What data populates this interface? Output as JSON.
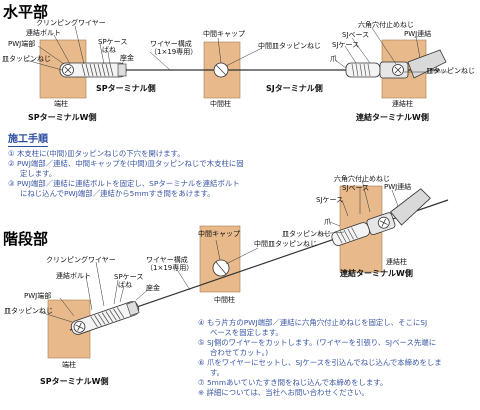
{
  "colors": {
    "post": "#e8b98a",
    "post_stroke": "#a87c50",
    "wire": "#333333",
    "accent_blue": "#2b4f9e",
    "spring": "#555555"
  },
  "horizontal": {
    "title": "水平部",
    "labels": {
      "crimp_wire": "クリンピングワイヤー",
      "conn_bolt": "連結ボルト",
      "pwj_end": "PWJ端部",
      "sara_screw": "皿タッピンねじ",
      "sp_case": "SPケース",
      "spring": "ばね",
      "seat": "座金",
      "wire_spec_1": "ワイヤー構成",
      "wire_spec_2": "（1×19専用）",
      "mid_cap": "中間キャップ",
      "mid_sara_screw": "中間皿タッピンねじ",
      "hex_screw": "六角穴付止めねじ",
      "sj_base": "SJベース",
      "pwj_conn": "PWJ連結",
      "sj_case": "SJケース",
      "claw": "爪",
      "sara_screw_right": "皿タッピンねじ",
      "sp_terminal_side": "SPターミナル側",
      "sj_terminal_side": "SJターミナル側",
      "end_post": "端柱",
      "mid_post": "中間柱",
      "conn_post": "連結柱",
      "sp_terminal_w": "SPターミナルW側",
      "conn_terminal_w": "連結ターミナルW側"
    }
  },
  "procedure": {
    "title": "施工手順",
    "steps": [
      "①  木支柱に(中間)皿タッピンねじの下穴を開けます。",
      "②  PWJ端部／連結、中間キャップを(中間)皿タッピンねじで木支柱に固",
      "定します。",
      "③  PWJ端部／連結に連結ボルトを固定し、SPターミナルを連結ボルト",
      "にねじ込んでPWJ端部／連結から5mmすき間をあけます。"
    ],
    "steps_b": [
      "④  もう片方のPWJ端部／連結に六角穴付止めねじを固定し、そこにSJ",
      "ベースを固定します。",
      "⑤  SJ側のワイヤーをカットします。(ワイヤーを引張り、SJベース先端に",
      "合わせてカット。)",
      "⑥  爪をワイヤーにセットし、SJケースを引込んでねじ込んで本締めをしま",
      "す。",
      "⑦  5mmあいていたすき間をねじ込んで本締めをします。",
      "※  詳細については、当社へお問い合わせください。"
    ]
  },
  "stairs": {
    "title": "階段部",
    "labels": {
      "hex_screw": "六角穴付止めねじ",
      "sj_base": "SJベース",
      "pwj_conn": "PWJ連結",
      "sj_case": "SJケース",
      "claw": "爪",
      "sara_screw": "皿タッピンねじ",
      "conn_post": "連結柱",
      "conn_terminal_w": "連結ターミナルW側",
      "mid_cap": "中間キャップ",
      "mid_sara_screw": "中間皿タッピンねじ",
      "wire_spec_1": "ワイヤー構成",
      "wire_spec_2": "（1×19専用）",
      "crimp_wire": "クリンピングワイヤー",
      "conn_bolt": "連結ボルト",
      "sp_case": "SPケース",
      "spring": "ばね",
      "seat": "座金",
      "pwj_end": "PWJ端部",
      "sara_screw_left": "皿タッピンねじ",
      "end_post": "端柱",
      "mid_post": "中間柱",
      "sp_terminal_w": "SPターミナルW側"
    }
  }
}
